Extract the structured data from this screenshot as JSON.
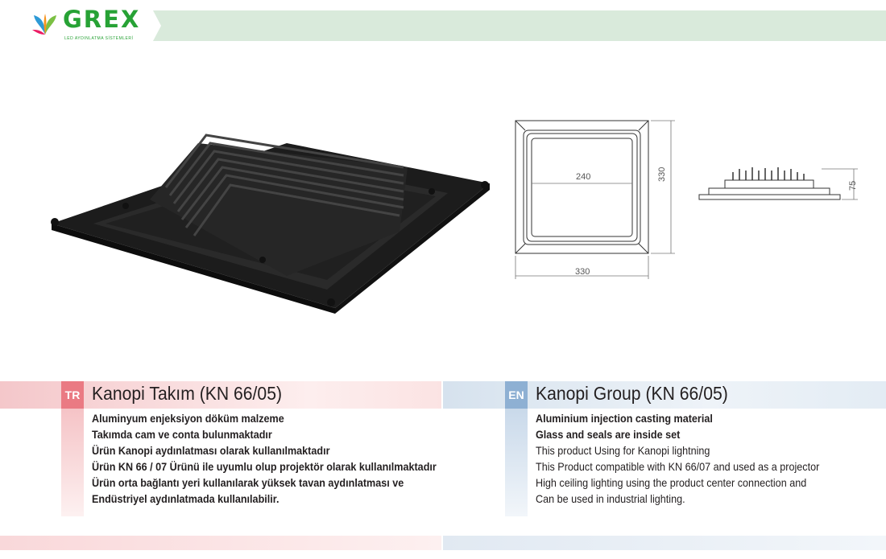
{
  "header": {
    "logo_text": "GREX",
    "logo_tagline": "LED AYDINLATMA SİSTEMLERİ",
    "band_color": "#d9eadb"
  },
  "drawing": {
    "inner_width": "240",
    "outer_width": "330",
    "outer_height": "330",
    "side_height": "75"
  },
  "tr": {
    "tag": "TR",
    "title": "Kanopi Takım (KN 66/05)",
    "lines": [
      "Aluminyum enjeksiyon döküm malzeme",
      "Takımda cam ve conta bulunmaktadır",
      "Ürün Kanopi aydınlatması olarak kullanılmaktadır",
      "Ürün KN 66 / 07 Ürünü ile uyumlu olup projektör olarak kullanılmaktadır",
      "Ürün orta bağlantı yeri kullanılarak yüksek tavan aydınlatması ve",
      "Endüstriyel aydınlatmada kullanılabilir."
    ]
  },
  "en": {
    "tag": "EN",
    "title": "Kanopi Group (KN 66/05)",
    "lines": [
      "Aluminium injection casting material",
      "Glass and seals are inside set",
      "This product Using for Kanopi lightning",
      "This Product compatible with KN 66/07 and used as a projector",
      "High ceiling lighting using the product center connection and",
      "Can be used in industrial lighting."
    ]
  }
}
